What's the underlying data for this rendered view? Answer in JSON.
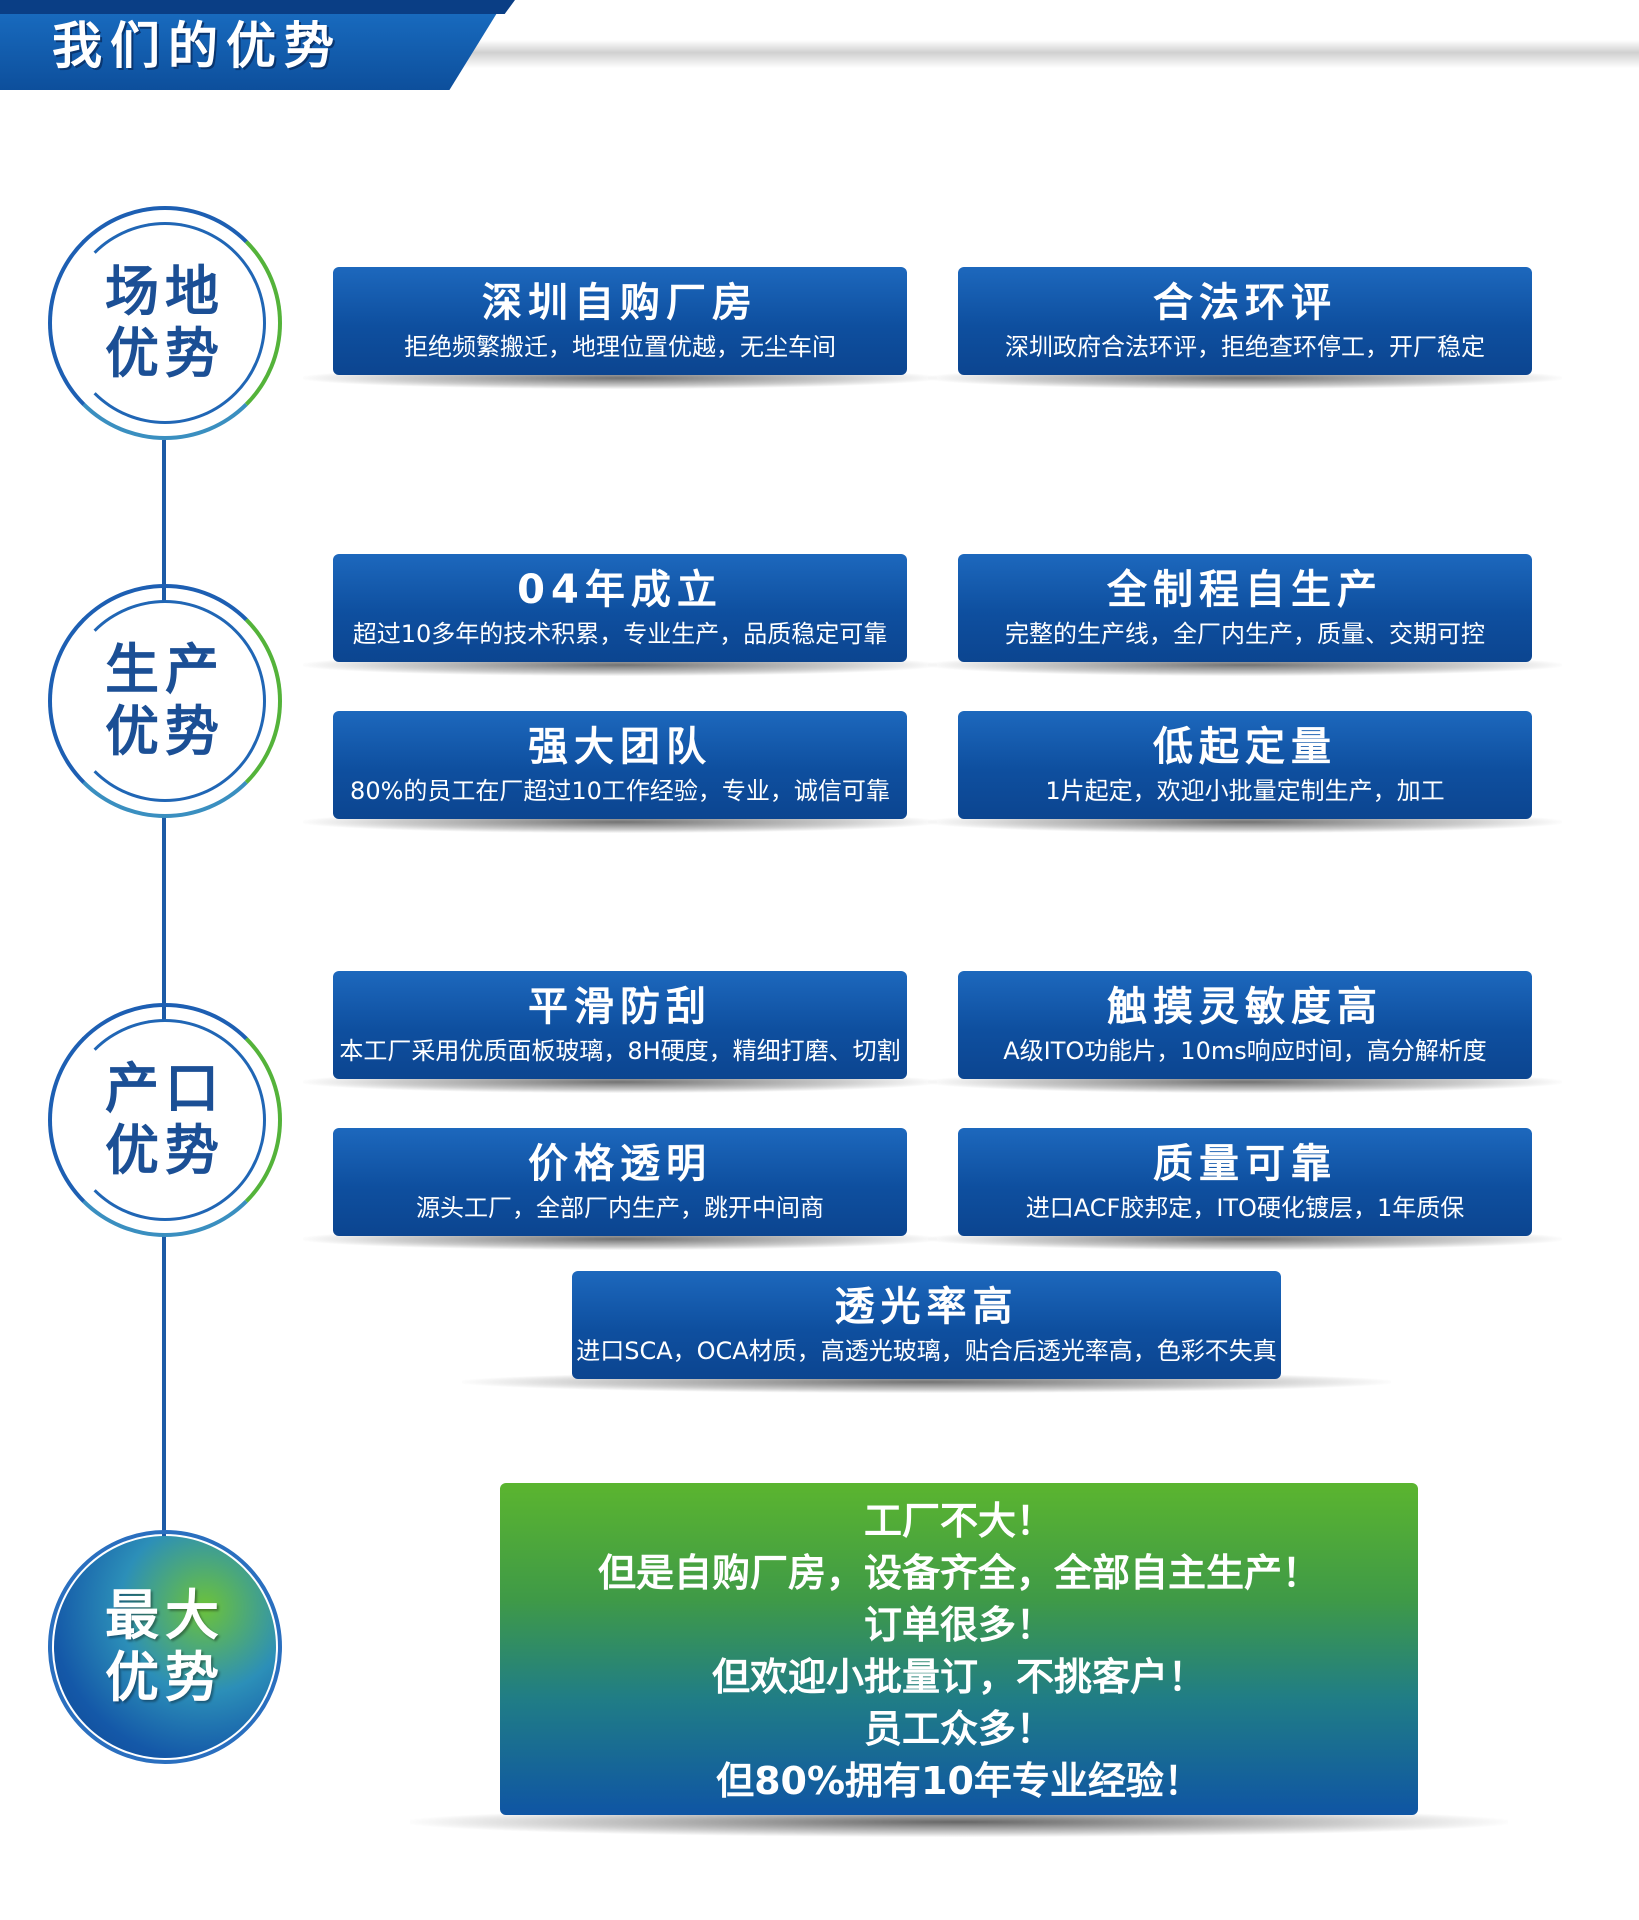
{
  "header": {
    "title": "我们的优势"
  },
  "sections": [
    {
      "label_line1": "场地",
      "label_line2": "优势",
      "cards": [
        {
          "title": "深圳自购厂房",
          "desc": "拒绝频繁搬迁，地理位置优越，无尘车间"
        },
        {
          "title": "合法环评",
          "desc": "深圳政府合法环评，拒绝查环停工，开厂稳定"
        }
      ]
    },
    {
      "label_line1": "生产",
      "label_line2": "优势",
      "cards": [
        {
          "title": "04年成立",
          "desc": "超过10多年的技术积累，专业生产，品质稳定可靠"
        },
        {
          "title": "全制程自生产",
          "desc": "完整的生产线，全厂内生产，质量、交期可控"
        },
        {
          "title": "强大团队",
          "desc": "80%的员工在厂超过10工作经验，专业，诚信可靠"
        },
        {
          "title": "低起定量",
          "desc": "1片起定，欢迎小批量定制生产，加工"
        }
      ]
    },
    {
      "label_line1": "产口",
      "label_line2": "优势",
      "cards": [
        {
          "title": "平滑防刮",
          "desc": "本工厂采用优质面板玻璃，8H硬度，精细打磨、切割"
        },
        {
          "title": "触摸灵敏度高",
          "desc": "A级ITO功能片，10ms响应时间，高分解析度"
        },
        {
          "title": "价格透明",
          "desc": "源头工厂，全部厂内生产，跳开中间商"
        },
        {
          "title": "质量可靠",
          "desc": "进口ACF胶邦定，ITO硬化镀层，1年质保"
        },
        {
          "title": "透光率高",
          "desc": "进口SCA，OCA材质，高透光玻璃，贴合后透光率高，色彩不失真"
        }
      ]
    },
    {
      "label_line1": "最大",
      "label_line2": "优势",
      "lines": [
        "工厂不大！",
        "但是自购厂房，设备齐全，全部自主生产！",
        "订单很多！",
        "但欢迎小批量订，不挑客户！",
        "员工众多！",
        "但80%拥有10年专业经验！"
      ]
    }
  ]
}
